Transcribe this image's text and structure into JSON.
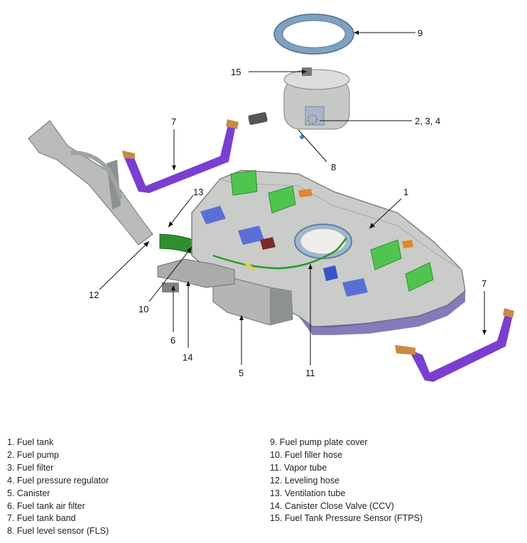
{
  "callouts": {
    "c1": "1",
    "c5": "5",
    "c6": "6",
    "c7a": "7",
    "c7b": "7",
    "c8": "8",
    "c9": "9",
    "c10": "10",
    "c11": "11",
    "c12": "12",
    "c13": "13",
    "c14": "14",
    "c15": "15",
    "c234": "2, 3, 4"
  },
  "legend": {
    "left": [
      "1. Fuel tank",
      "2. Fuel pump",
      "3. Fuel filter",
      "4. Fuel pressure regulator",
      "5. Canister",
      "6. Fuel tank air filter",
      "7. Fuel tank band",
      "8. Fuel level sensor (FLS)"
    ],
    "right": [
      "9. Fuel pump plate cover",
      "10. Fuel filler hose",
      "11. Vapor tube",
      "12. Leveling hose",
      "13. Ventilation tube",
      "14. Canister Close Valve (CCV)",
      "15. Fuel Tank Pressure Sensor (FTPS)"
    ]
  },
  "colors": {
    "tank": "#c9ccc9",
    "tank_dark": "#8f948f",
    "green_pad": "#4fc44f",
    "purple": "#7a3fd0",
    "copper": "#c98a45",
    "orange": "#e08a2a",
    "blue_pad": "#5a6fd6",
    "gasket": "#7fa0bf",
    "vent_green": "#2a9a2a"
  }
}
